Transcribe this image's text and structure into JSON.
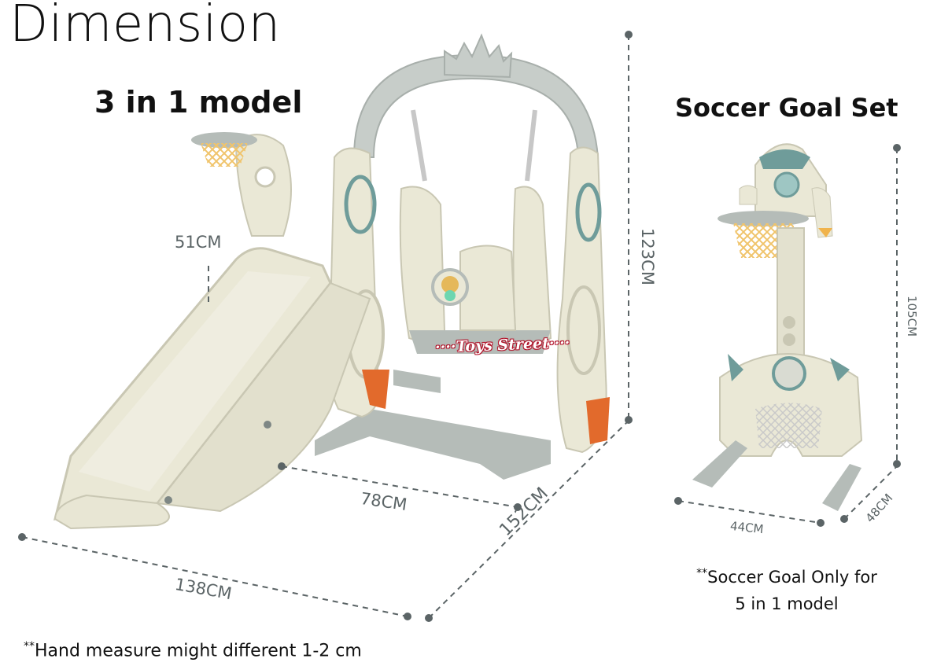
{
  "heading": "Dimension",
  "model_title": "3 in 1 model",
  "soccer_title": "Soccer Goal Set",
  "dimensions": {
    "slide_height": "51CM",
    "total_height": "123CM",
    "swing_width": "78CM",
    "depth": "152CM",
    "total_length": "138CM",
    "goal_height": "105CM",
    "goal_width": "44CM",
    "goal_depth": "48CM"
  },
  "watermark": "Toys Street",
  "notes": {
    "soccer_prefix": "**",
    "soccer_line1": "Soccer Goal Only for",
    "soccer_line2": "5 in 1 model",
    "measure_prefix": "**",
    "measure_text": "Hand measure might different 1-2 cm"
  },
  "colors": {
    "product_body": "#eae8d6",
    "product_frame": "#b5bcb8",
    "accent_teal": "#6f9c9a",
    "accent_orange": "#e26a2c",
    "net_yellow": "#f0c46b",
    "dim_line": "#5b6466"
  }
}
